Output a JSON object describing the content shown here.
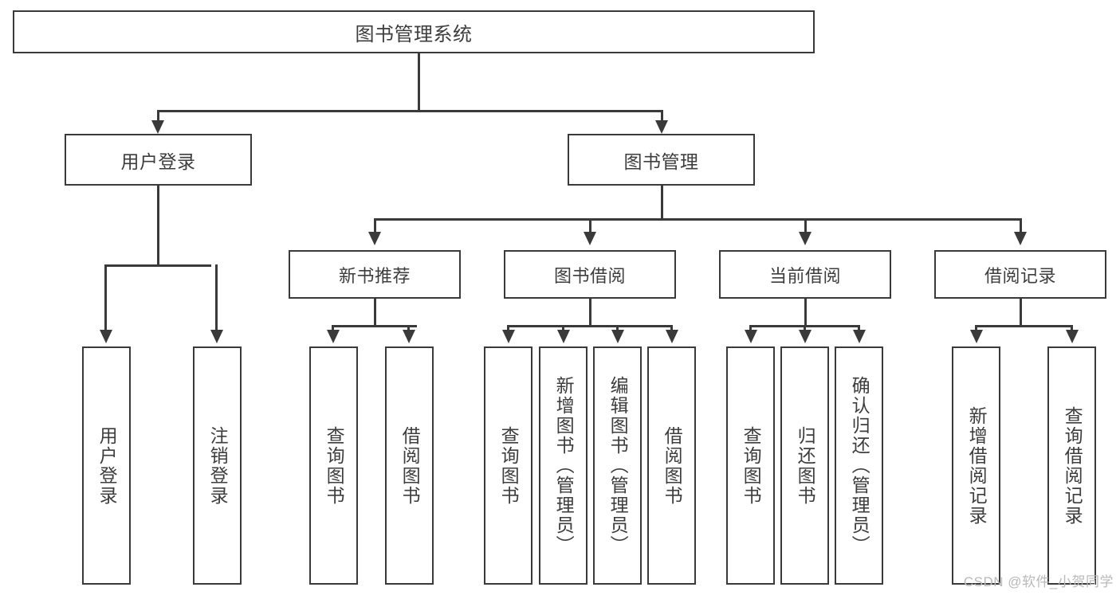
{
  "diagram": {
    "title": "图书管理系统",
    "type": "tree",
    "watermark": "CSDN @软件_小贺同学",
    "colors": {
      "line": "#3a3a3a",
      "text": "#3d3d3d",
      "background": "#ffffff",
      "watermark": "#b9b9b9"
    },
    "root": {
      "label": "图书管理系统"
    },
    "level2": [
      {
        "label": "用户登录"
      },
      {
        "label": "图书管理"
      }
    ],
    "level3": [
      {
        "label": "新书推荐"
      },
      {
        "label": "图书借阅"
      },
      {
        "label": "当前借阅"
      },
      {
        "label": "借阅记录"
      }
    ],
    "leaves": {
      "user_login": [
        {
          "label": "用户登录"
        },
        {
          "label": "注销登录"
        }
      ],
      "new_book_recommend": [
        {
          "label": "查询图书"
        },
        {
          "label": "借阅图书"
        }
      ],
      "book_borrow": [
        {
          "label": "查询图书"
        },
        {
          "label": "新增图书（管理员）"
        },
        {
          "label": "编辑图书（管理员）"
        },
        {
          "label": "借阅图书"
        }
      ],
      "current_borrow": [
        {
          "label": "查询图书"
        },
        {
          "label": "归还图书"
        },
        {
          "label": "确认归还（管理员）"
        }
      ],
      "borrow_record": [
        {
          "label": "新增借阅记录"
        },
        {
          "label": "查询借阅记录"
        }
      ]
    }
  }
}
